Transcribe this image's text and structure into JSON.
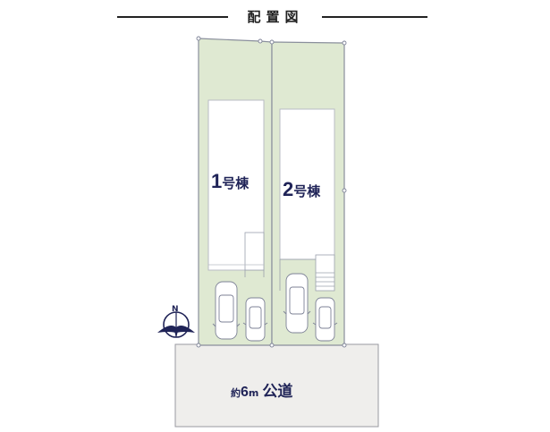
{
  "title": "配置図",
  "lots": [
    {
      "id": 1,
      "number": "1",
      "suffix": "号棟",
      "label": "1号棟"
    },
    {
      "id": 2,
      "number": "2",
      "suffix": "号棟",
      "label": "2号棟"
    }
  ],
  "road": {
    "approx_prefix": "約",
    "width_value": "6",
    "width_unit": "m",
    "type": "公道",
    "label": "約6m 公道"
  },
  "compass": {
    "direction_label": "N"
  },
  "colors": {
    "lot_fill": "#dfe9d2",
    "building_fill": "#ffffff",
    "road_fill": "#efeeec",
    "label_color": "#1f2357",
    "outline": "#8a8f9c"
  }
}
